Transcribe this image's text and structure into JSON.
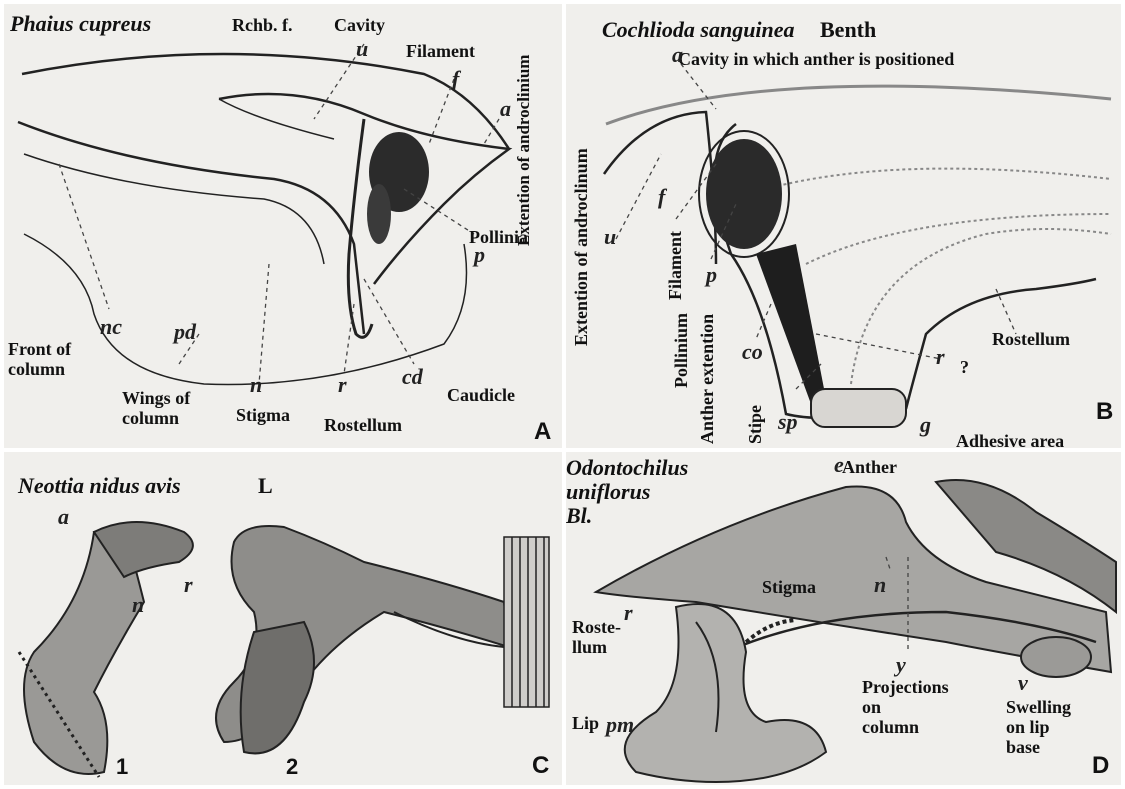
{
  "panelA": {
    "species": "Phaius cupreus",
    "authority": "Rchb. f.",
    "cavity": "Cavity",
    "filament": "Filament",
    "extention": "Extention of androclinium",
    "pollinia": "Pollinia",
    "front_line1": "Front of",
    "front_line2": "column",
    "wings_line1": "Wings of",
    "wings_line2": "column",
    "stigma": "Stigma",
    "rostellum": "Rostellum",
    "caudicle": "Caudicle",
    "panel_letter": "A",
    "letters": {
      "u": "u",
      "f": "f",
      "a": "a",
      "p": "p",
      "nc": "nc",
      "pd": "pd",
      "n": "n",
      "r": "r",
      "cd": "cd"
    }
  },
  "panelB": {
    "species": "Cochlioda sanguinea",
    "authority": "Benth",
    "cavity": "Cavity in which anther is positioned",
    "extention": "Extention of androclinum",
    "filament": "Filament",
    "pollinium": "Pollinium",
    "anther_extention": "Anther extention",
    "stipe": "Stipe",
    "rostellum": "Rostellum",
    "question": "?",
    "adhesive": "Adhesive area",
    "panel_letter": "B",
    "letters": {
      "a": "a",
      "u": "u",
      "f": "f",
      "p": "p",
      "co": "co",
      "sp": "sp",
      "g": "g",
      "r": "r"
    }
  },
  "panelC": {
    "species": "Neottia nidus avis",
    "authority": "L",
    "fig1": "1",
    "fig2": "2",
    "panel_letter": "C",
    "letters": {
      "a": "a",
      "r": "r",
      "n": "n"
    }
  },
  "panelD": {
    "species_line1": "Odontochilus",
    "species_line2": "uniflorus",
    "species_line3": "Bl.",
    "anther": "Anther",
    "stigma": "Stigma",
    "rostellum_line1": "Roste-",
    "rostellum_line2": "llum",
    "lip": "Lip",
    "projections_line1": "Projections",
    "projections_line2": "on",
    "projections_line3": "column",
    "swelling_line1": "Swelling",
    "swelling_line2": "on lip",
    "swelling_line3": "base",
    "panel_letter": "D",
    "letters": {
      "e": "e",
      "n": "n",
      "r": "r",
      "pm": "pm",
      "y": "y",
      "v": "v"
    }
  }
}
